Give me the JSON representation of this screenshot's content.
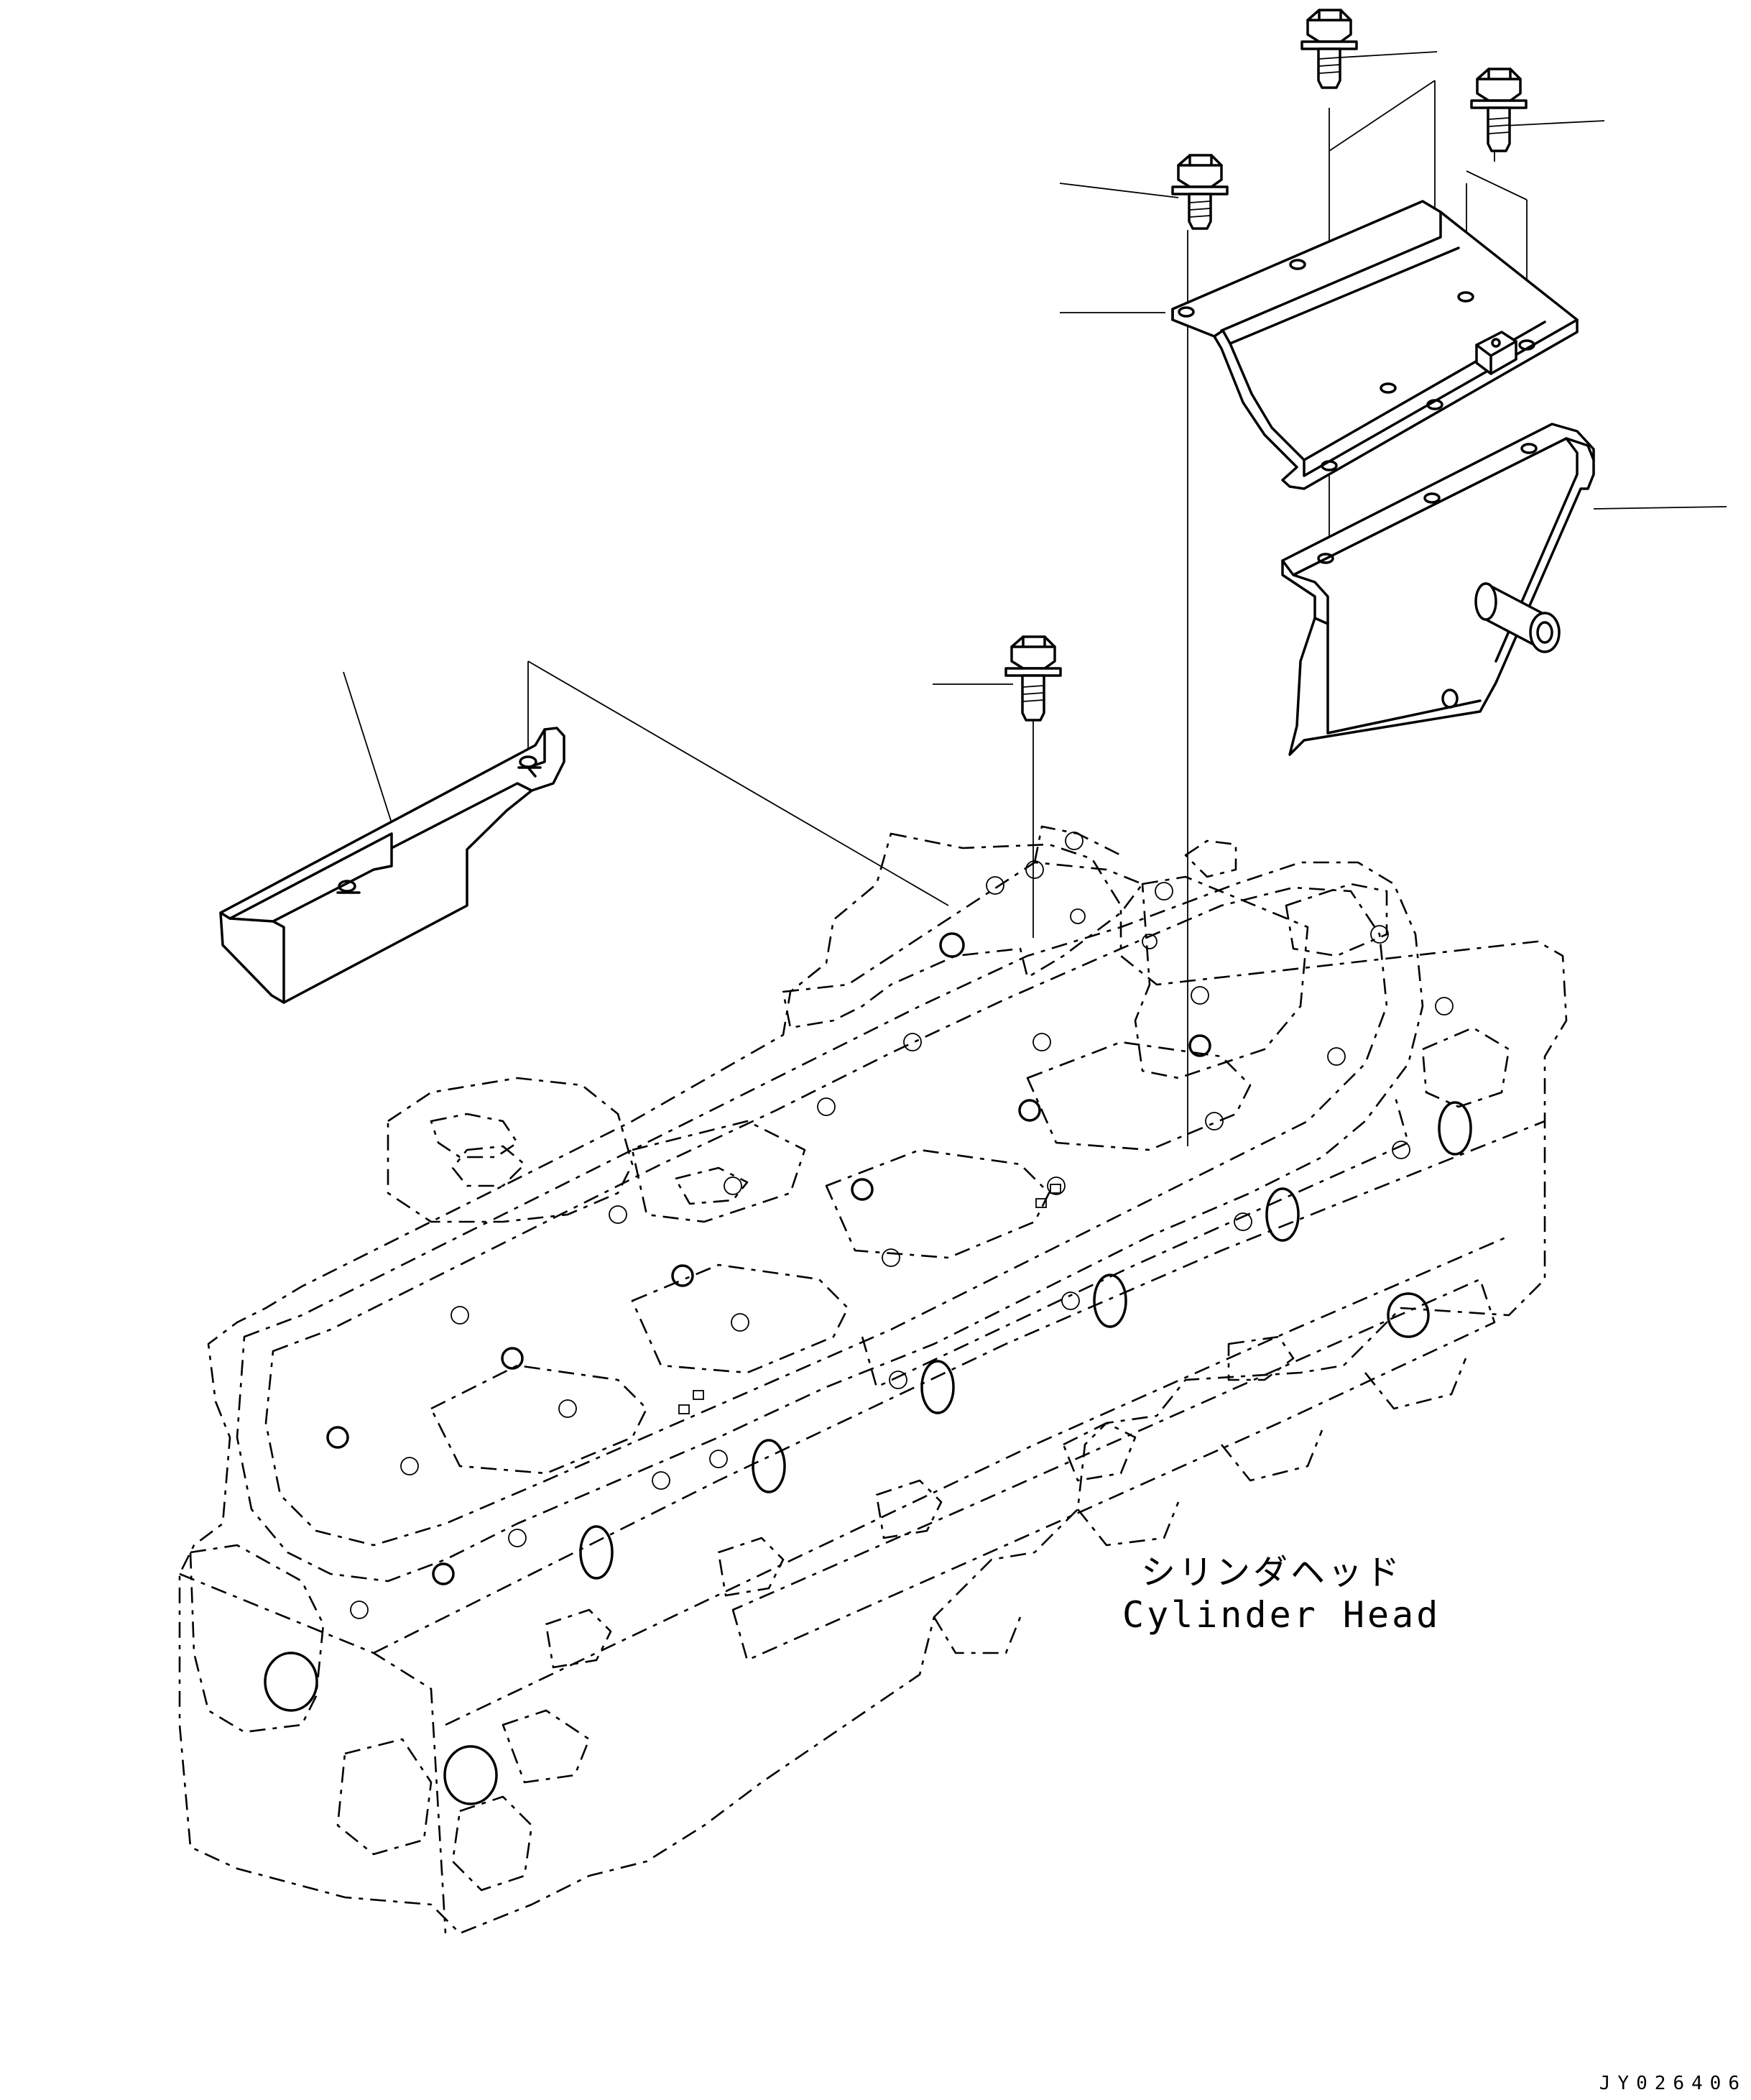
{
  "labels": {
    "cylinder_head_jp": "シリンダヘッド",
    "cylinder_head_en": "Cylinder Head"
  },
  "drawing_code": "JY026406"
}
